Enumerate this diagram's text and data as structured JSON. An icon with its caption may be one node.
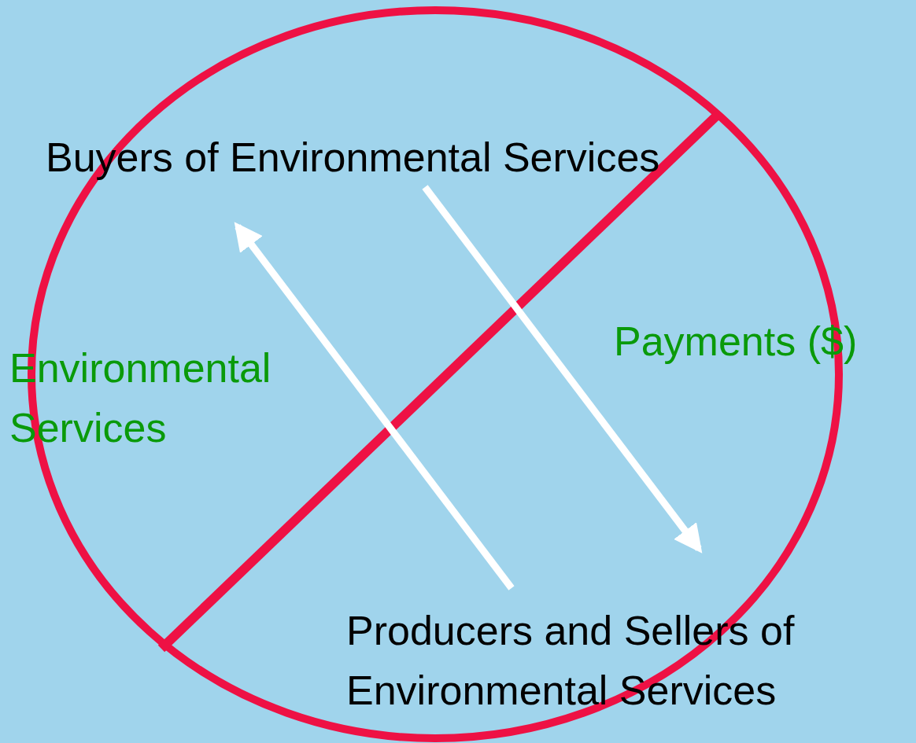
{
  "diagram": {
    "nodes": [
      {
        "text": [
          "Buyers of Environmental Services"
        ]
      },
      {
        "text": [
          "Producers and Sellers of Environmental Services"
        ]
      }
    ],
    "edges": [
      {
        "from": 1,
        "to": 0,
        "arrow": "to",
        "label": "Environmental Services"
      },
      {
        "from": 0,
        "to": 1,
        "arrow": "to",
        "label": "Payments ($)"
      }
    ]
  }
}
